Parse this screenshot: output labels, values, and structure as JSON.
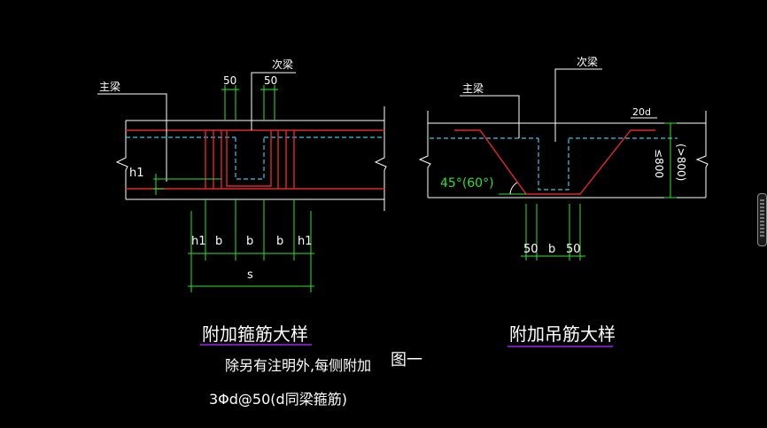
{
  "left_detail": {
    "main_beam_label": "主梁",
    "secondary_beam_label": "次梁",
    "dim_50_left": "50",
    "dim_50_right": "50",
    "dim_h1_vertical": "h1",
    "bottom_dims": [
      "h1",
      "b",
      "b",
      "b",
      "h1"
    ],
    "dim_s": "s",
    "title": "附加箍筋大样",
    "note_line1": "除另有注明外,每侧附加",
    "note_line2": "3Φd@50(d同梁箍筋)"
  },
  "figure_label": "图一",
  "right_detail": {
    "main_beam_label": "主梁",
    "secondary_beam_label": "次梁",
    "dim_20d": "20d",
    "angle_label": "45°(60°)",
    "height_label_1": "≤800",
    "height_label_2": "(>800)",
    "bottom_dims": [
      "50",
      "b",
      "50"
    ],
    "title": "附加吊筋大样"
  },
  "colors": {
    "background": "#000000",
    "outline": "#ffffff",
    "rebar": "#e0262c",
    "hidden_line": "#39c6e6",
    "dimension": "#2fe02f",
    "title_underline": "#a020f0"
  }
}
